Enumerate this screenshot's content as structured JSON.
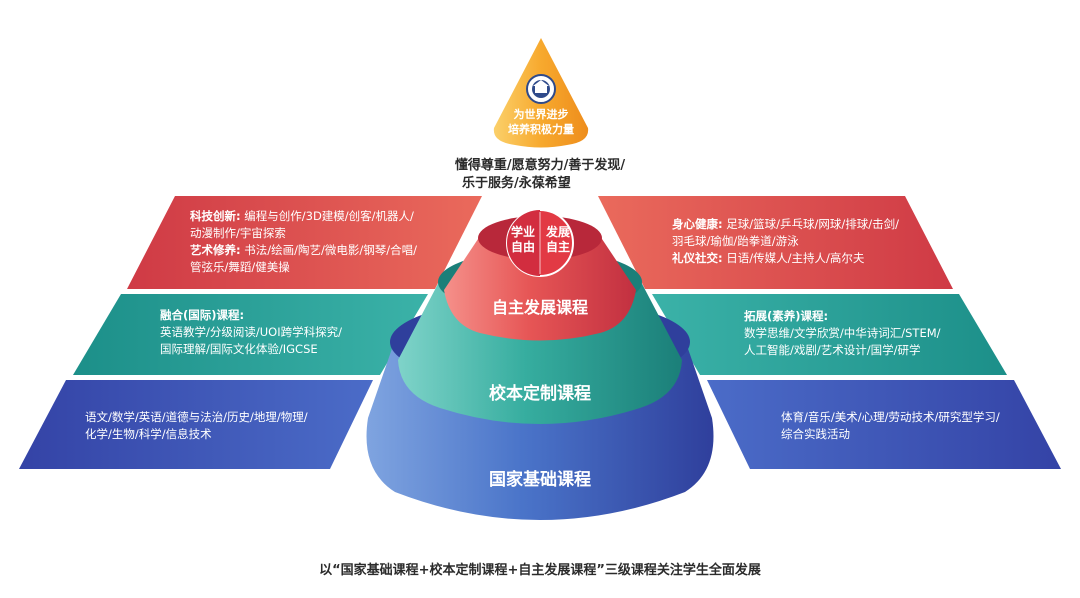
{
  "apex": {
    "line1": "为世界进步",
    "line2": "培养积极力量"
  },
  "values": {
    "line1": "懂得尊重/愿意努力/善于发现/",
    "line2": "乐于服务/永葆希望"
  },
  "top_badge": {
    "left_line1": "学业",
    "left_line2": "自由",
    "right_line1": "发展",
    "right_line2": "自主"
  },
  "layers": {
    "top": "自主发展课程",
    "middle": "校本定制课程",
    "bottom": "国家基础课程"
  },
  "left_panels": {
    "red": {
      "title1": "科技创新:",
      "text1a": " 编程与创作/3D建模/创客/机器人/",
      "text1b": "动漫制作/宇宙探索",
      "title2": "艺术修养:",
      "text2a": " 书法/绘画/陶艺/微电影/钢琴/合唱/",
      "text2b": "管弦乐/舞蹈/健美操"
    },
    "teal": {
      "title": "融合(国际)课程:",
      "line1": "英语教学/分级阅读/UOI跨学科探究/",
      "line2": "国际理解/国际文化体验/IGCSE"
    },
    "blue": {
      "line1": "语文/数学/英语/道德与法治/历史/地理/物理/",
      "line2": "化学/生物/科学/信息技术"
    }
  },
  "right_panels": {
    "red": {
      "title1": "身心健康:",
      "text1a": " 足球/篮球/乒乓球/网球/排球/击剑/",
      "text1b": "羽毛球/瑜伽/跆拳道/游泳",
      "title2": "礼仪社交:",
      "text2a": " 日语/传媒人/主持人/高尔夫"
    },
    "teal": {
      "title": "拓展(素养)课程:",
      "line1": "数学思维/文学欣赏/中华诗词汇/STEM/",
      "line2": "人工智能/戏剧/艺术设计/国学/研学"
    },
    "blue": {
      "line1": "体育/音乐/美术/心理/劳动技术/研究型学习/",
      "line2": "综合实践活动"
    }
  },
  "caption": "以“国家基础课程+校本定制课程+自主发展课程”三级课程关注学生全面发展",
  "colors": {
    "red": "#e0494d",
    "teal": "#25a39a",
    "blue": "#3f51b5",
    "orange": "#f5a623"
  }
}
